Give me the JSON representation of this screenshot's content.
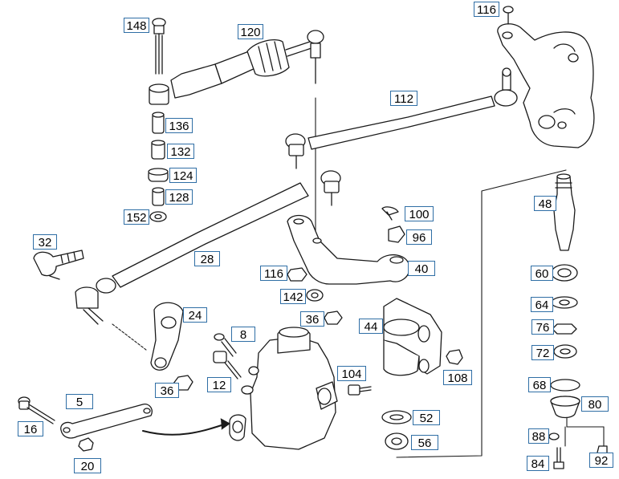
{
  "diagram": {
    "part_numbers": {
      "p148": "148",
      "p120": "120",
      "p116a": "116",
      "p112": "112",
      "p136": "136",
      "p132": "132",
      "p124": "124",
      "p128": "128",
      "p152": "152",
      "p100": "100",
      "p96": "96",
      "p48": "48",
      "p32": "32",
      "p28": "28",
      "p116b": "116",
      "p40": "40",
      "p60": "60",
      "p142": "142",
      "p64": "64",
      "p24": "24",
      "p36a": "36",
      "p44": "44",
      "p76": "76",
      "p8": "8",
      "p72": "72",
      "p104": "104",
      "p108": "108",
      "p36b": "36",
      "p12": "12",
      "p68": "68",
      "p80": "80",
      "p5": "5",
      "p16": "16",
      "p52": "52",
      "p88": "88",
      "p56": "56",
      "p84": "84",
      "p92": "92",
      "p20": "20"
    },
    "colors": {
      "line": "#1a1a1a",
      "callout_border": "#2f6ea5",
      "fill": "#ffffff"
    }
  }
}
